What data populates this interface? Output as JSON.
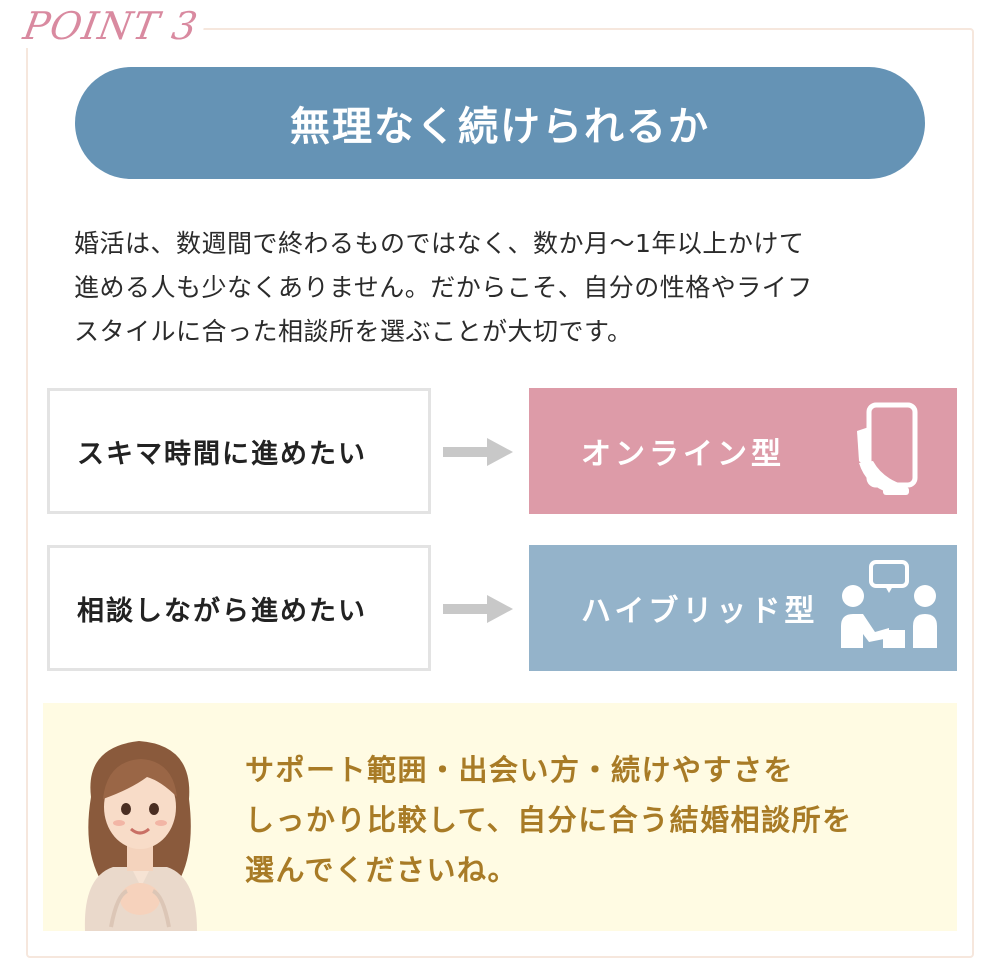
{
  "point_label": "POINT 3",
  "title": "無理なく続けられるか",
  "intro": {
    "line1": "婚活は、数週間で終わるものではなく、数か月〜1年以上かけて",
    "line2": "進める人も少なくありません。だからこそ、自分の性格やライフ",
    "line3": "スタイルに合った相談所を選ぶことが大切です。"
  },
  "rows": [
    {
      "need": "スキマ時間に進めたい",
      "type": "オンライン型",
      "icon": "smartphone-hand-icon"
    },
    {
      "need": "相談しながら進めたい",
      "type": "ハイブリッド型",
      "icon": "consultation-icon"
    }
  ],
  "advice": {
    "line1": "サポート範囲・出会い方・続けやすさを",
    "line2": "しっかり比較して、自分に合う結婚相談所を",
    "line3": "選んでくださいね。"
  },
  "colors": {
    "title_bg": "#6593b5",
    "online_bg": "#dd9ba8",
    "hybrid_bg": "#94b3ca",
    "advice_bg": "#fffbe3",
    "advice_text": "#a87b26",
    "point_label": "#d98aa0"
  }
}
